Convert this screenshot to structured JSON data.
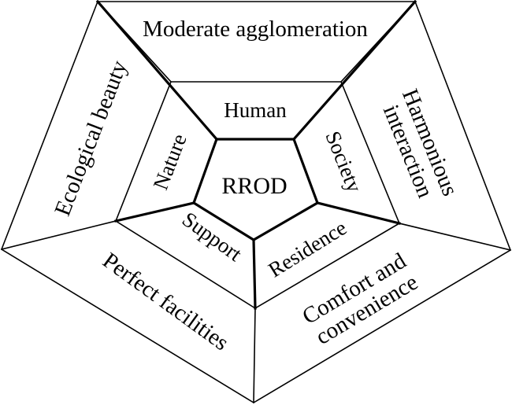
{
  "center": {
    "label": "RROD"
  },
  "inner_ring": {
    "top": "Human",
    "left": "Nature",
    "right": "Society",
    "bottom_left": "Support",
    "bottom_right": "Residence"
  },
  "outer_ring": {
    "top": "Moderate agglomeration",
    "left": "Ecological beauty",
    "right_line1": "Harmonious",
    "right_line2": "interaction",
    "bottom_left": "Perfect facilities",
    "bottom_right_line1": "Comfort and",
    "bottom_right_line2": "convenience"
  }
}
